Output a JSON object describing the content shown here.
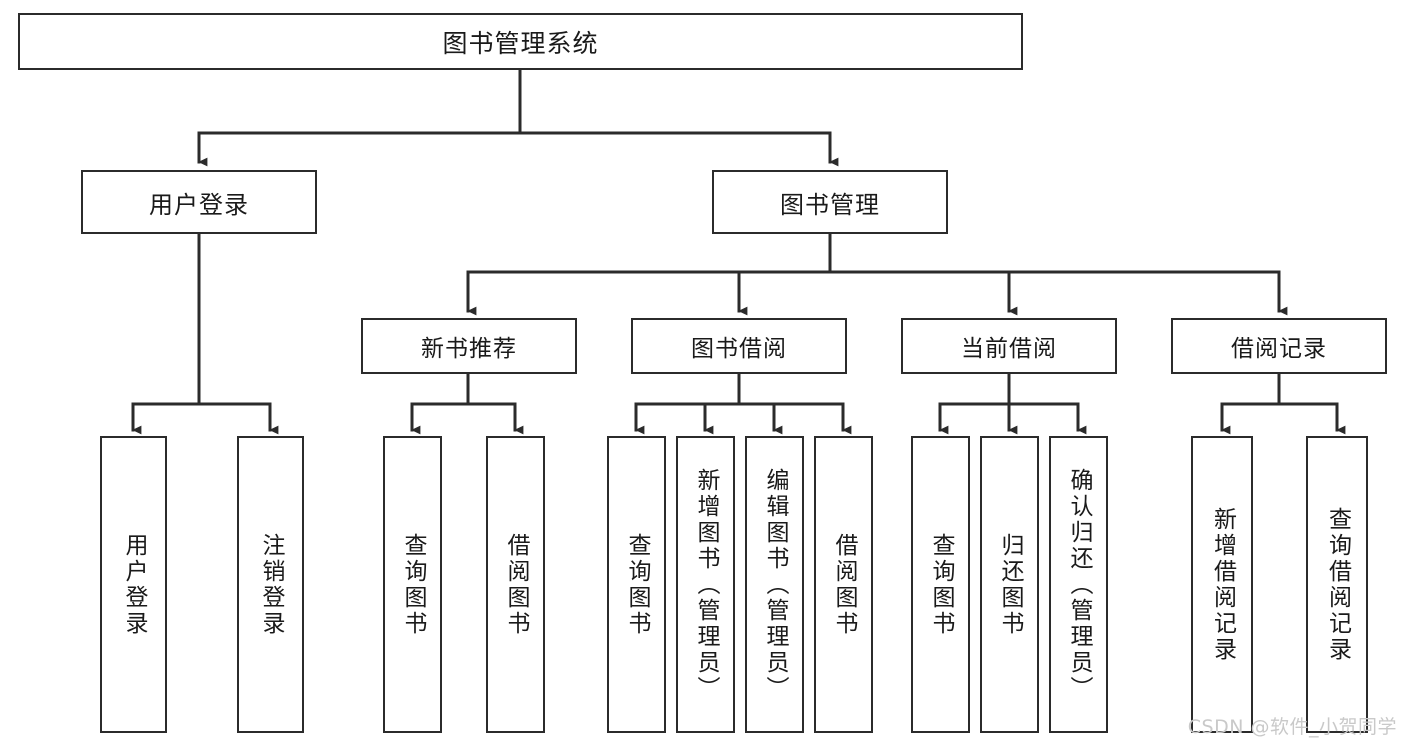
{
  "diagram": {
    "title": "图书管理系统",
    "type": "tree-hierarchy",
    "orientation": "top-down",
    "colors": {
      "box_border": "#2b2b2b",
      "box_fill": "#ffffff",
      "connector": "#2b2b2b",
      "text": "#1a1a1a",
      "watermark": "#c9c9c9"
    },
    "root": {
      "label": "图书管理系统"
    },
    "level1": [
      {
        "id": "user-login",
        "label": "用户登录"
      },
      {
        "id": "book-management",
        "label": "图书管理"
      }
    ],
    "level2": [
      {
        "id": "new-book-recommend",
        "label": "新书推荐",
        "parent": "book-management"
      },
      {
        "id": "book-borrow",
        "label": "图书借阅",
        "parent": "book-management"
      },
      {
        "id": "current-borrow",
        "label": "当前借阅",
        "parent": "book-management"
      },
      {
        "id": "borrow-record",
        "label": "借阅记录",
        "parent": "book-management"
      }
    ],
    "leaves": {
      "user-login": [
        {
          "id": "leaf-user-login",
          "label": "用户登录"
        },
        {
          "id": "leaf-user-logout",
          "label": "注销登录"
        }
      ],
      "new-book-recommend": [
        {
          "id": "leaf-query-book-1",
          "label": "查询图书"
        },
        {
          "id": "leaf-borrow-book-1",
          "label": "借阅图书"
        }
      ],
      "book-borrow": [
        {
          "id": "leaf-query-book-2",
          "label": "查询图书"
        },
        {
          "id": "leaf-add-book",
          "label": "新增图书（管理员）"
        },
        {
          "id": "leaf-edit-book",
          "label": "编辑图书（管理员）"
        },
        {
          "id": "leaf-borrow-book-2",
          "label": "借阅图书"
        }
      ],
      "current-borrow": [
        {
          "id": "leaf-query-book-3",
          "label": "查询图书"
        },
        {
          "id": "leaf-return-book",
          "label": "归还图书"
        },
        {
          "id": "leaf-confirm-return",
          "label": "确认归还（管理员）"
        }
      ],
      "borrow-record": [
        {
          "id": "leaf-add-record",
          "label": "新增借阅记录"
        },
        {
          "id": "leaf-query-record",
          "label": "查询借阅记录"
        }
      ]
    }
  },
  "watermark": {
    "text": "CSDN @软件_小贺同学"
  }
}
